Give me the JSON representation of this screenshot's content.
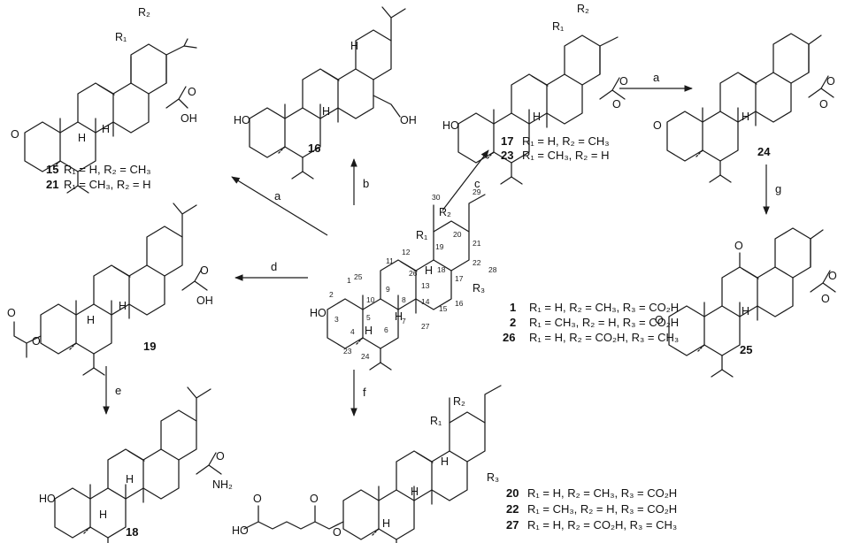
{
  "reagents": {
    "a1": "a",
    "a2": "a",
    "b": "b",
    "c": "c",
    "d": "d",
    "e": "e",
    "f": "f",
    "g": "g"
  },
  "compounds": {
    "c15": {
      "id": "15",
      "caption": "R₁ = H, R₂ = CH₃"
    },
    "c21": {
      "id": "21",
      "caption": "R₁ = CH₃, R₂ = H"
    },
    "c16": {
      "id": "16"
    },
    "c17": {
      "id": "17",
      "caption": "R₁ = H, R₂ = CH₃"
    },
    "c23": {
      "id": "23",
      "caption": "R₁ = CH₃, R₂ = H"
    },
    "c24": {
      "id": "24"
    },
    "c25": {
      "id": "25"
    },
    "c19": {
      "id": "19"
    },
    "c18": {
      "id": "18"
    },
    "c1": {
      "id": "1",
      "caption": "R₁ = H, R₂ = CH₃, R₃ = CO₂H"
    },
    "c2": {
      "id": "2",
      "caption": "R₁ = CH₃, R₂ = H, R₃ = CO₂H"
    },
    "c26": {
      "id": "26",
      "caption": "R₁ = H, R₂ = CO₂H, R₃ = CH₃"
    },
    "c20": {
      "id": "20",
      "caption": "R₁ = H, R₂ = CH₃, R₃ = CO₂H"
    },
    "c22": {
      "id": "22",
      "caption": "R₁ = CH₃, R₂ = H, R₃ = CO₂H"
    },
    "c27": {
      "id": "27",
      "caption": "R₁ = H, R₂ = CO₂H, R₃ = CH₃"
    }
  },
  "atoms": {
    "R1": "R₁",
    "R2": "R₂",
    "R3": "R₃",
    "HO": "HO",
    "OH": "OH",
    "O": "O",
    "H": "H",
    "NH2": "NH₂"
  },
  "numbering": [
    "1",
    "2",
    "3",
    "4",
    "5",
    "6",
    "7",
    "8",
    "9",
    "10",
    "11",
    "12",
    "13",
    "14",
    "15",
    "16",
    "17",
    "18",
    "19",
    "20",
    "21",
    "22",
    "23",
    "24",
    "25",
    "26",
    "27",
    "28",
    "29",
    "30"
  ]
}
